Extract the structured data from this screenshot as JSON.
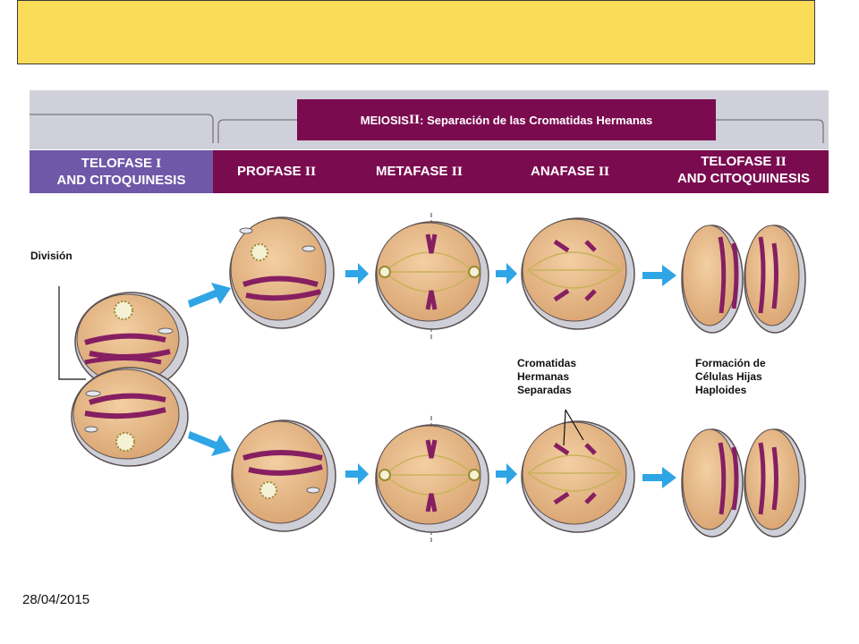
{
  "title_box": {
    "text": ""
  },
  "meiosis": {
    "prefix": "MEIOSIS ",
    "roman": "II",
    "suffix": ": Separación de las Cromatidas Hermanas"
  },
  "phases": {
    "telofase1": {
      "line1": "TELOFASE ",
      "roman": "I",
      "line2": "AND CITOQUINESIS"
    },
    "profase2": {
      "label": "PROFASE ",
      "roman": "II"
    },
    "metafase2": {
      "label": "METAFASE ",
      "roman": "II"
    },
    "anafase2": {
      "label": "ANAFASE ",
      "roman": "II"
    },
    "telofase2": {
      "line1": "TELOFASE ",
      "roman": "II",
      "line2": "AND CITOQUIINESIS"
    }
  },
  "labels": {
    "division": "División",
    "cromatidas": [
      "Cromatidas",
      "Hermanas",
      "Separadas"
    ],
    "formacion": [
      "Formación de",
      "Células Hijas",
      "Haploides"
    ]
  },
  "footer": {
    "date": "28/04/2015"
  },
  "colors": {
    "title_bg": "#fadc59",
    "band_gray": "#d0d0da",
    "maroon": "#7a0b4f",
    "telofase1_purple": "#6f58a8",
    "cell_fill": "#e7b685",
    "cell_edge": "#5a4f4f",
    "chromosome": "#861f62",
    "spindle": "#c9b35a",
    "arrow": "#2fa5e6"
  }
}
